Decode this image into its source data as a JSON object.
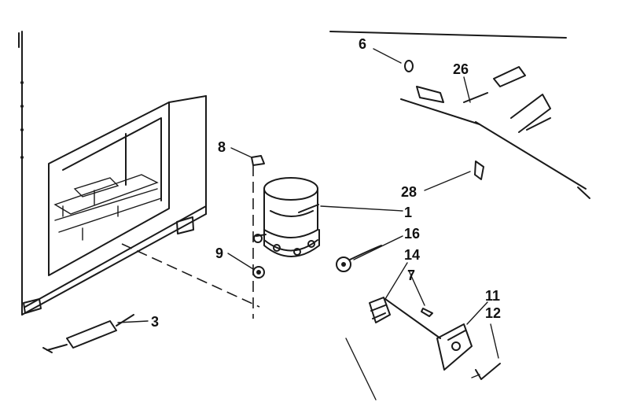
{
  "colors": {
    "ink": "#1a1a1a",
    "background": "#ffffff"
  },
  "callouts": {
    "c1": "1",
    "c3": "3",
    "c6": "6",
    "c7": "7",
    "c8": "8",
    "c9": "9",
    "c11": "11",
    "c12": "12",
    "c14": "14",
    "c16": "16",
    "c26": "26",
    "c28": "28"
  }
}
